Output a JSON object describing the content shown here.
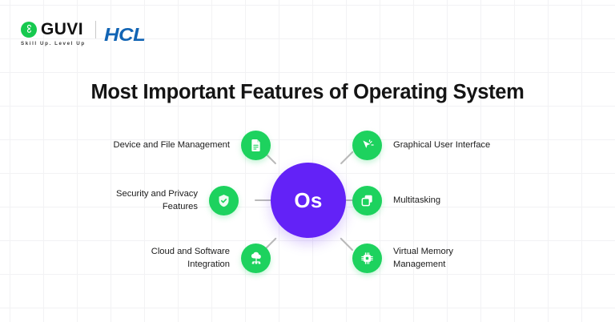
{
  "brand": {
    "guvi_name": "GUVI",
    "guvi_tagline": "Skill Up. Level Up",
    "hcl_name": "HCL",
    "guvi_green": "#17C94F",
    "hcl_blue": "#1164B4"
  },
  "title": "Most Important Features of Operating System",
  "hub": {
    "label": "Os",
    "color": "#6322F7"
  },
  "accent_green": "#1DD25E",
  "nodes": {
    "left": [
      {
        "label": "Device and File Management",
        "icon": "document-icon"
      },
      {
        "label": "Security and Privacy\nFeatures",
        "icon": "shield-check-icon"
      },
      {
        "label": "Cloud and Software\nIntegration",
        "icon": "cloud-network-icon"
      }
    ],
    "right": [
      {
        "label": "Graphical User Interface",
        "icon": "cursor-click-icon"
      },
      {
        "label": "Multitasking",
        "icon": "windows-stack-icon"
      },
      {
        "label": "Virtual Memory\nManagement",
        "icon": "cpu-chip-icon"
      }
    ]
  }
}
